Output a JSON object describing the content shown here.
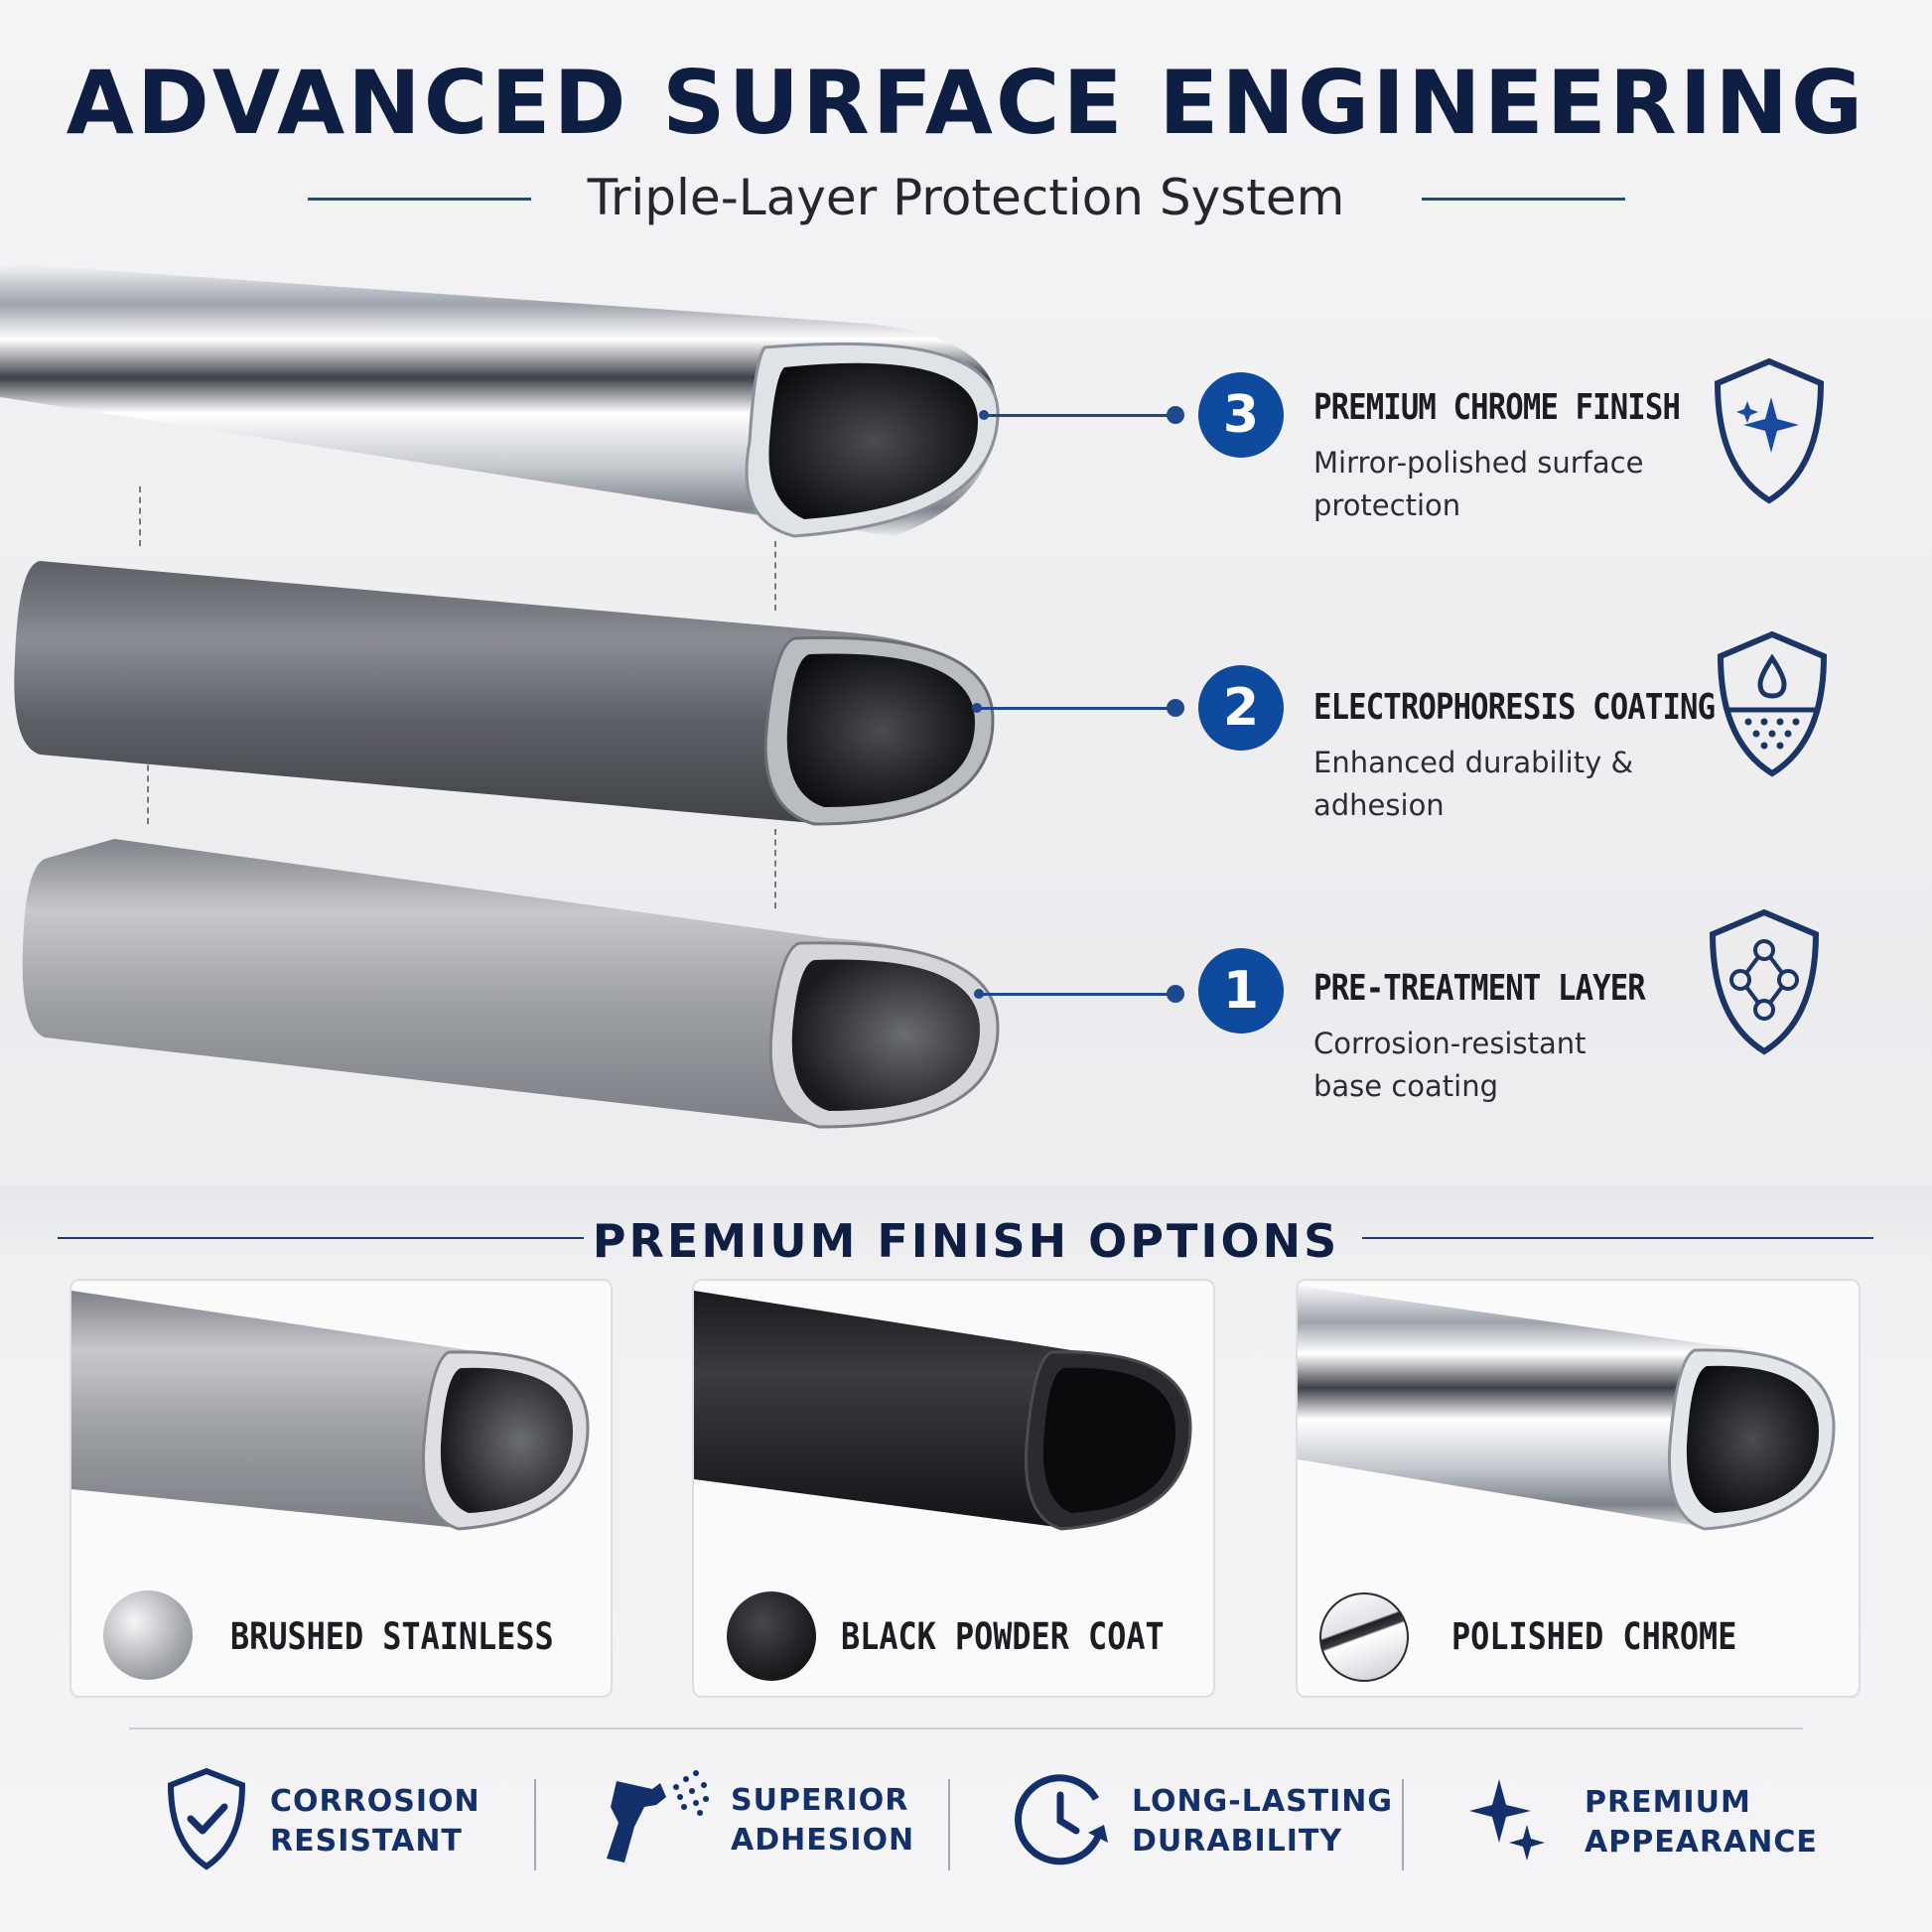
{
  "header": {
    "title": "ADVANCED SURFACE ENGINEERING",
    "subtitle": "Triple-Layer Protection System"
  },
  "layers": [
    {
      "number": "3",
      "title": "PREMIUM CHROME FINISH",
      "desc_line1": "Mirror-polished surface",
      "desc_line2": "protection",
      "icon": "sparkle-shield-icon"
    },
    {
      "number": "2",
      "title": "ELECTROPHORESIS COATING",
      "desc_line1": "Enhanced durability &",
      "desc_line2": "adhesion",
      "icon": "droplet-shield-icon"
    },
    {
      "number": "1",
      "title": "PRE-TREATMENT LAYER",
      "desc_line1": "Corrosion-resistant",
      "desc_line2": "base coating",
      "icon": "molecule-shield-icon"
    }
  ],
  "finishes": {
    "title": "PREMIUM FINISH OPTIONS",
    "options": [
      {
        "label": "BRUSHED STAINLESS",
        "color": "#b9bcc1"
      },
      {
        "label": "BLACK POWDER COAT",
        "color": "#1f2023"
      },
      {
        "label": "POLISHED CHROME",
        "color": "#e8eaee"
      }
    ]
  },
  "features": [
    {
      "line1": "CORROSION",
      "line2": "RESISTANT",
      "icon": "check-shield-icon"
    },
    {
      "line1": "SUPERIOR",
      "line2": "ADHESION",
      "icon": "spray-gun-icon"
    },
    {
      "line1": "LONG-LASTING",
      "line2": "DURABILITY",
      "icon": "clock-cycle-icon"
    },
    {
      "line1": "PREMIUM",
      "line2": "APPEARANCE",
      "icon": "sparkle-icon"
    }
  ],
  "colors": {
    "accent": "#0e4a9e",
    "navy": "#0f1f44"
  }
}
